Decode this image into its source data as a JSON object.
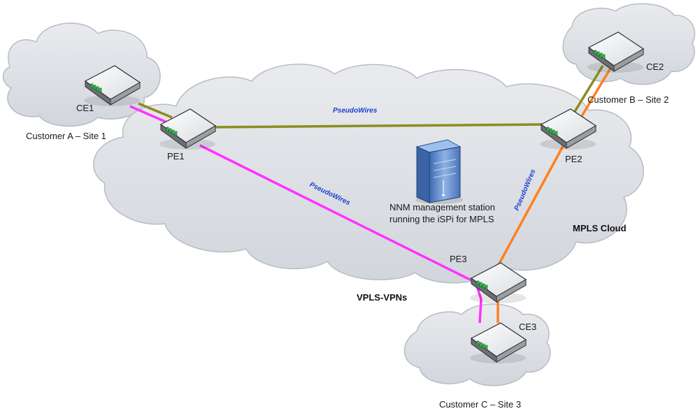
{
  "colors": {
    "cloud_fill": "#dcdfe4",
    "cloud_stroke": "#b7bcc4",
    "link_customer_a": "#ff33ff",
    "link_customer_b": "#8c8c20",
    "link_customer_c": "#ff7f1e",
    "pseudowire_text": "#1f3fcf"
  },
  "icons": {
    "router": "router-icon",
    "server": "server-icon",
    "cloud": "cloud-shape"
  },
  "labels": {
    "ce1": "CE1",
    "ce2": "CE2",
    "ce3": "CE3",
    "pe1": "PE1",
    "pe2": "PE2",
    "pe3": "PE3",
    "site_a": "Customer A – Site 1",
    "site_b": "Customer B – Site 2",
    "site_c": "Customer C – Site 3",
    "pseudowires": "PseudoWires",
    "station_line1": "NNM management station",
    "station_line2": "running the iSPi for MPLS",
    "mpls_cloud": "MPLS Cloud",
    "vpls_vpns": "VPLS-VPNs"
  }
}
